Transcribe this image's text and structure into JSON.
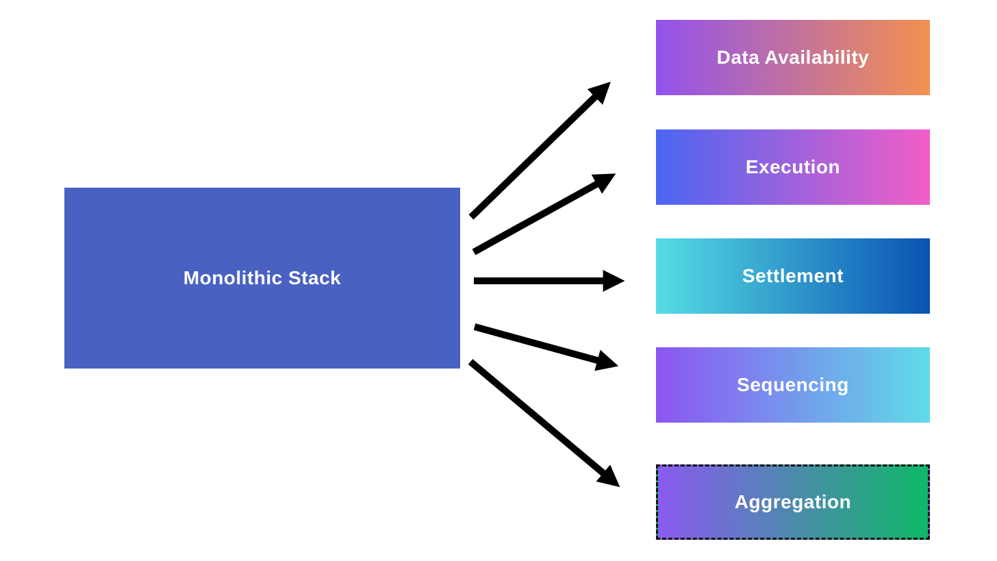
{
  "diagram": {
    "background_color": "#FFFFFF",
    "arrow_color": "#000000",
    "source": {
      "label": "Monolithic Stack",
      "bg_color": "#4961C1",
      "text_color": "#FFFFFF"
    },
    "targets": [
      {
        "label": "Data Availability",
        "gradient_from": "#9152EE",
        "gradient_to": "#F2914F",
        "border_style": "none"
      },
      {
        "label": "Execution",
        "gradient_from": "#4A66F2",
        "gradient_to": "#F25EC6",
        "border_style": "none"
      },
      {
        "label": "Settlement",
        "gradient_from": "#55DDE3",
        "gradient_to": "#0A53B3",
        "border_style": "none"
      },
      {
        "label": "Sequencing",
        "gradient_from": "#8C55F2",
        "gradient_to": "#60DBE7",
        "border_style": "none"
      },
      {
        "label": "Aggregation",
        "gradient_from": "#8A5BF0",
        "gradient_to": "#0EB868",
        "border_style": "dashed"
      }
    ]
  }
}
